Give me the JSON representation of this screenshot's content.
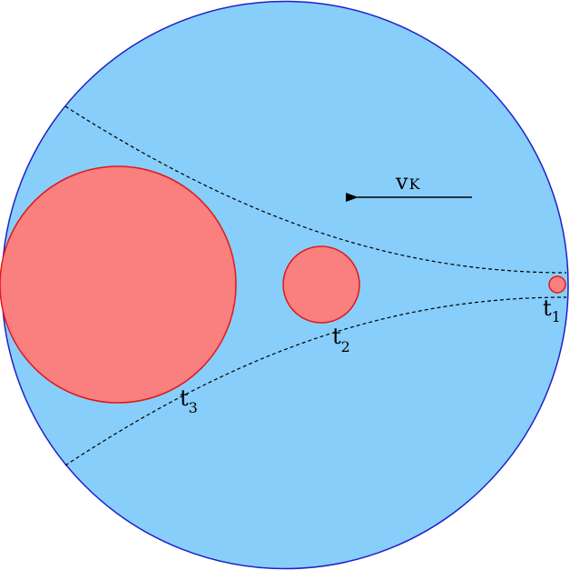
{
  "colors": {
    "background_disk": "#87cefa",
    "disk_outline": "#2020c8",
    "bubble_fill": "#fa7f7f",
    "bubble_outline": "#e01818",
    "line": "#000000"
  },
  "velocity": {
    "symbol": "v",
    "subscript": "K"
  },
  "time_labels": [
    {
      "base": "t",
      "sub": "1"
    },
    {
      "base": "t",
      "sub": "2"
    },
    {
      "base": "t",
      "sub": "3"
    }
  ]
}
